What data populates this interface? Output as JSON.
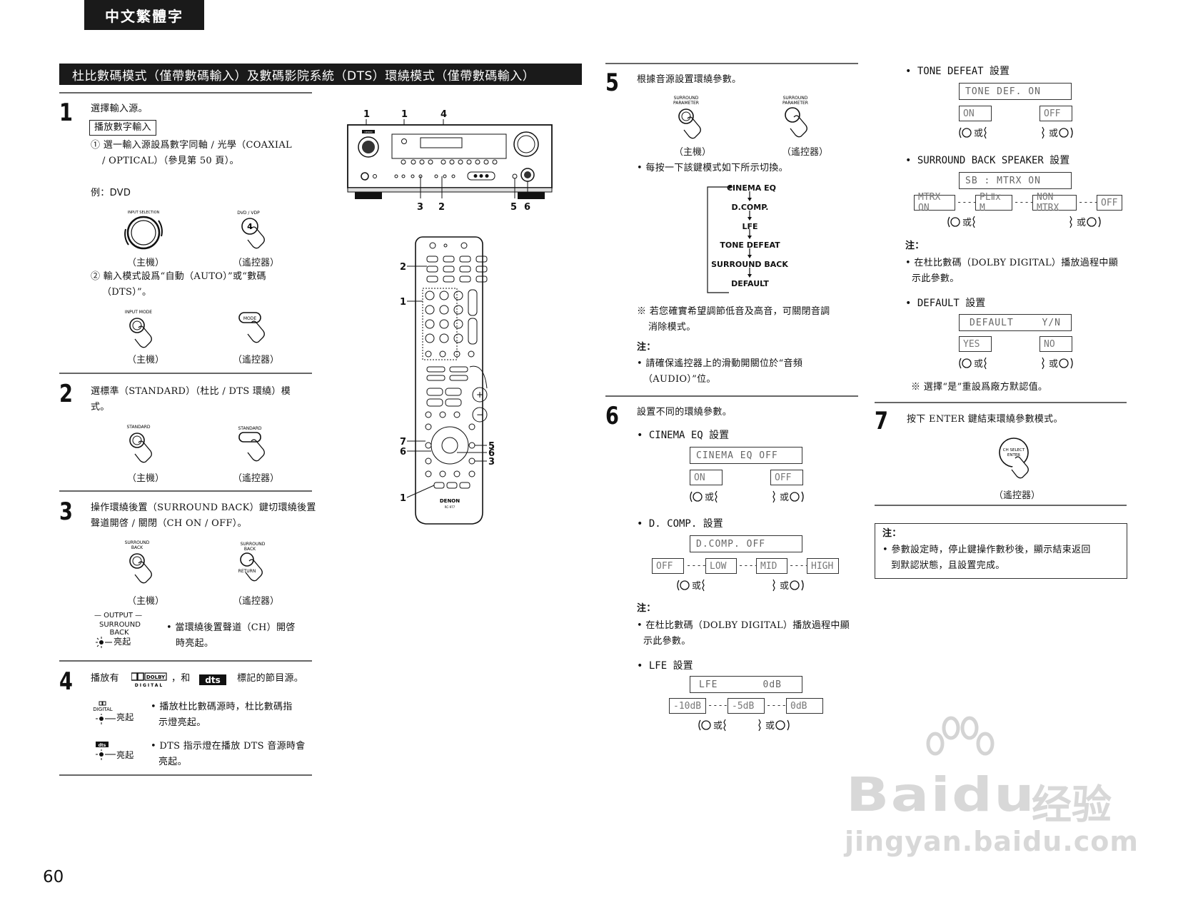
{
  "header": {
    "language_tab": "中文繁體字"
  },
  "section_title": "杜比數碼模式（僅帶數碼輸入）及數碼影院系統（DTS）環繞模式（僅帶數碼輸入）",
  "step1": {
    "num": "1",
    "text": "選擇輸入源。",
    "boxed": "播放數字輸入",
    "sub1_a": "① 選一輸入源設爲數字同軸 / 光學（COAXIAL",
    "sub1_b": "/ OPTICAL）（參見第 50 頁）。",
    "example": "例：DVD",
    "btn_main_a": "INPUT SELECTION",
    "btn_remote_a": "DVD / VDP",
    "btn_remote_a_num": "4",
    "main_unit": "（主機）",
    "remote": "（遙控器）",
    "sub2_a": "② 輸入模式設爲“自動（AUTO）”或“數碼",
    "sub2_b": "（DTS）”。",
    "btn_main_b": "INPUT MODE",
    "btn_remote_b": "MODE",
    "main_unit_b": "（主機）",
    "remote_b": "（遙控器）"
  },
  "step2": {
    "num": "2",
    "text_a": "選標準（STANDARD）（杜比  /  DTS  環繞）模",
    "text_b": "式。",
    "btn_main": "STANDARD",
    "btn_remote": "STANDARD",
    "main_unit": "（主機）",
    "remote": "（遙控器）"
  },
  "step3": {
    "num": "3",
    "text_a": "操作環繞後置（SURROUND BACK）鍵切環繞後置",
    "text_b": "聲道開啓 / 關閉（CH ON / OFF）。",
    "btn_main": "SURROUND BACK",
    "btn_remote": "SURROUND BACK",
    "btn_remote_sub": "RETURN",
    "main_unit": "（主機）",
    "remote": "（遙控器）",
    "output_title": "— OUTPUT —",
    "output_label": "SURROUND BACK",
    "output_lit": "亮起",
    "note_a": "• 當環繞後置聲道（CH）開啓",
    "note_b": "時亮起。"
  },
  "step4": {
    "num": "4",
    "text_a": "播放有",
    "text_b": "，和",
    "text_c": "標記的節目源。",
    "dolby_logo": "DOLBY",
    "dolby_sub": "DIGITAL",
    "dts_logo": "dts",
    "ind1_label": "DIGITAL",
    "ind1_lit": "亮起",
    "ind1_note_a": "• 播放杜比數碼源時，杜比數碼指",
    "ind1_note_b": "示燈亮起。",
    "ind2_label": "dts",
    "ind2_lit": "亮起",
    "ind2_note_a": "• DTS 指示燈在播放 DTS 音源時會",
    "ind2_note_b": "亮起。"
  },
  "receiver_callouts": {
    "top": [
      "1",
      "1",
      "4"
    ],
    "bottom": [
      "3",
      "2",
      "5",
      "6"
    ],
    "brand": "DENON"
  },
  "remote_callouts": {
    "left": [
      "2",
      "1",
      "7",
      "6",
      "1"
    ],
    "right": [
      "5",
      "6",
      "3"
    ],
    "brand": "DENON",
    "model": "RC-977"
  },
  "step5": {
    "num": "5",
    "text": "根據音源設置環繞參數。",
    "btn_main": "SURROUND PARAMETER",
    "btn_remote": "SURROUND PARAMETER",
    "main_unit": "（主機）",
    "remote": "（遙控器）",
    "switch_text": "• 每按一下該鍵模式如下所示切換。",
    "flow": [
      "CINEMA EQ",
      "D.COMP.",
      "LFE",
      "TONE DEFEAT",
      "SURROUND BACK",
      "DEFAULT"
    ],
    "footnote_a": "※ 若您確實希望調節低音及高音，可關閉音調",
    "footnote_b": "消除模式。",
    "note_title": "注：",
    "note_a": "• 請確保遙控器上的滑動開關位於“音頻",
    "note_b": "（AUDIO）”位。"
  },
  "step6": {
    "num": "6",
    "text": "設置不同的環繞參數。",
    "cinema_head": "• CINEMA EQ 設置",
    "cinema_lcd": "CINEMA EQ OFF",
    "cinema_opts": [
      "ON",
      "OFF"
    ],
    "dcomp_head": "• D. COMP. 設置",
    "dcomp_lcd": "D.COMP. OFF",
    "dcomp_opts": [
      "OFF",
      "LOW",
      "MID",
      "HIGH"
    ],
    "note_title": "注：",
    "note_a": "• 在杜比數碼（DOLBY  DIGITAL）播放過程中顯",
    "note_b": "示此參數。",
    "lfe_head": "• LFE 設置",
    "lfe_lcd_a": "LFE",
    "lfe_lcd_b": "0dB",
    "lfe_opts": [
      "-10dB",
      "-5dB",
      "0dB"
    ],
    "or": "或"
  },
  "col3": {
    "tone_head": "• TONE DEFEAT 設置",
    "tone_lcd": "TONE DEF.  ON",
    "tone_opts": [
      "ON",
      "OFF"
    ],
    "sb_head": "• SURROUND BACK SPEAKER 設置",
    "sb_lcd": "SB : MTRX ON",
    "sb_opts": [
      "MTRX ON",
      "PLⅡx M",
      "NON MTRX",
      "OFF"
    ],
    "note_title": "注：",
    "note_a": "• 在杜比數碼（DOLBY  DIGITAL）播放過程中顯",
    "note_b": "示此參數。",
    "default_head": "• DEFAULT 設置",
    "default_lcd_a": "DEFAULT",
    "default_lcd_b": "Y/N",
    "default_opts": [
      "YES",
      "NO"
    ],
    "default_footnote": "※ 選擇“是”重設爲廠方默認值。",
    "or": "或"
  },
  "step7": {
    "num": "7",
    "text": "按下 ENTER 鍵結束環繞參數模式。",
    "btn": "CH SELECT ENTER",
    "remote": "（遙控器）"
  },
  "final_note": {
    "title": "注：",
    "line_a": "• 參數設定時，停止鍵操作數秒後，顯示結束返回",
    "line_b": "到默認狀態，且設置完成。"
  },
  "watermark": {
    "brand": "Baidu",
    "cn": "经验",
    "url": "jingyan.baidu.com"
  },
  "page_number": "60"
}
